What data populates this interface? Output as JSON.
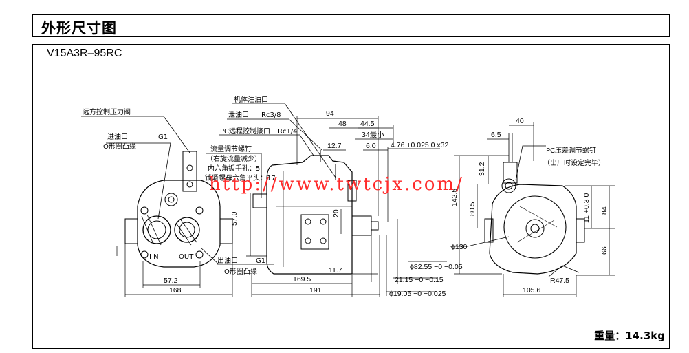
{
  "section_title": "外形尺寸图",
  "model": "V15A3R–95RC",
  "weight": "重量：14.3kg",
  "watermark": "http://www.twtcjx.com/",
  "labels": {
    "remote_valve": "远方控制压力阀",
    "inlet": "进油口",
    "inlet_g": "G1",
    "inlet_flange": "O形圈凸缘",
    "body_port": "机体注油口",
    "drain": "泄油口",
    "drain_rc": "Rc3/8",
    "pc_remote": "PC远程控制接口",
    "pc_remote_rc": "Rc1/4",
    "flow_screw": "流量调节螺钉",
    "flow_note": "（右旋流量减少）",
    "hex_wrench": "内六角扳手孔：5",
    "lock_nut": "锁紧螺母六角平头：17",
    "outlet": "出油口",
    "outlet_g": "G1",
    "outlet_flange": "O形圈凸缘",
    "pc_screw": "PC压差调节螺钉",
    "pc_note": "（出厂时设定完毕）",
    "in": "I N",
    "out": "OUT",
    "min": "34最小"
  },
  "dims": {
    "d94": "94",
    "d48": "48",
    "d44_5": "44.5",
    "d34": "34最小",
    "d12_7": "12.7",
    "d6_0": "6.0",
    "key": "4.76 +0.025 0 x32",
    "d57_0": "57.0",
    "d20": "20",
    "d57_2": "57.2",
    "d168": "168",
    "d169_5": "169.5",
    "d191": "191",
    "d11_7": "11.7",
    "d82_55": "ϕ82.55 −0 −0.05",
    "d21_15": "21.15 −0 −0.15",
    "d19_05": "ϕ19.05 −0 −0.025",
    "d40": "40",
    "d6_5": "6.5",
    "d31_2": "31.2",
    "d142_5": "142.5",
    "d80_5": "80.5",
    "d11": "11 +0.3 0",
    "d84": "84",
    "d66": "66",
    "d130": "ϕ130",
    "r47_5": "R47.5",
    "d105_6": "105.6"
  }
}
